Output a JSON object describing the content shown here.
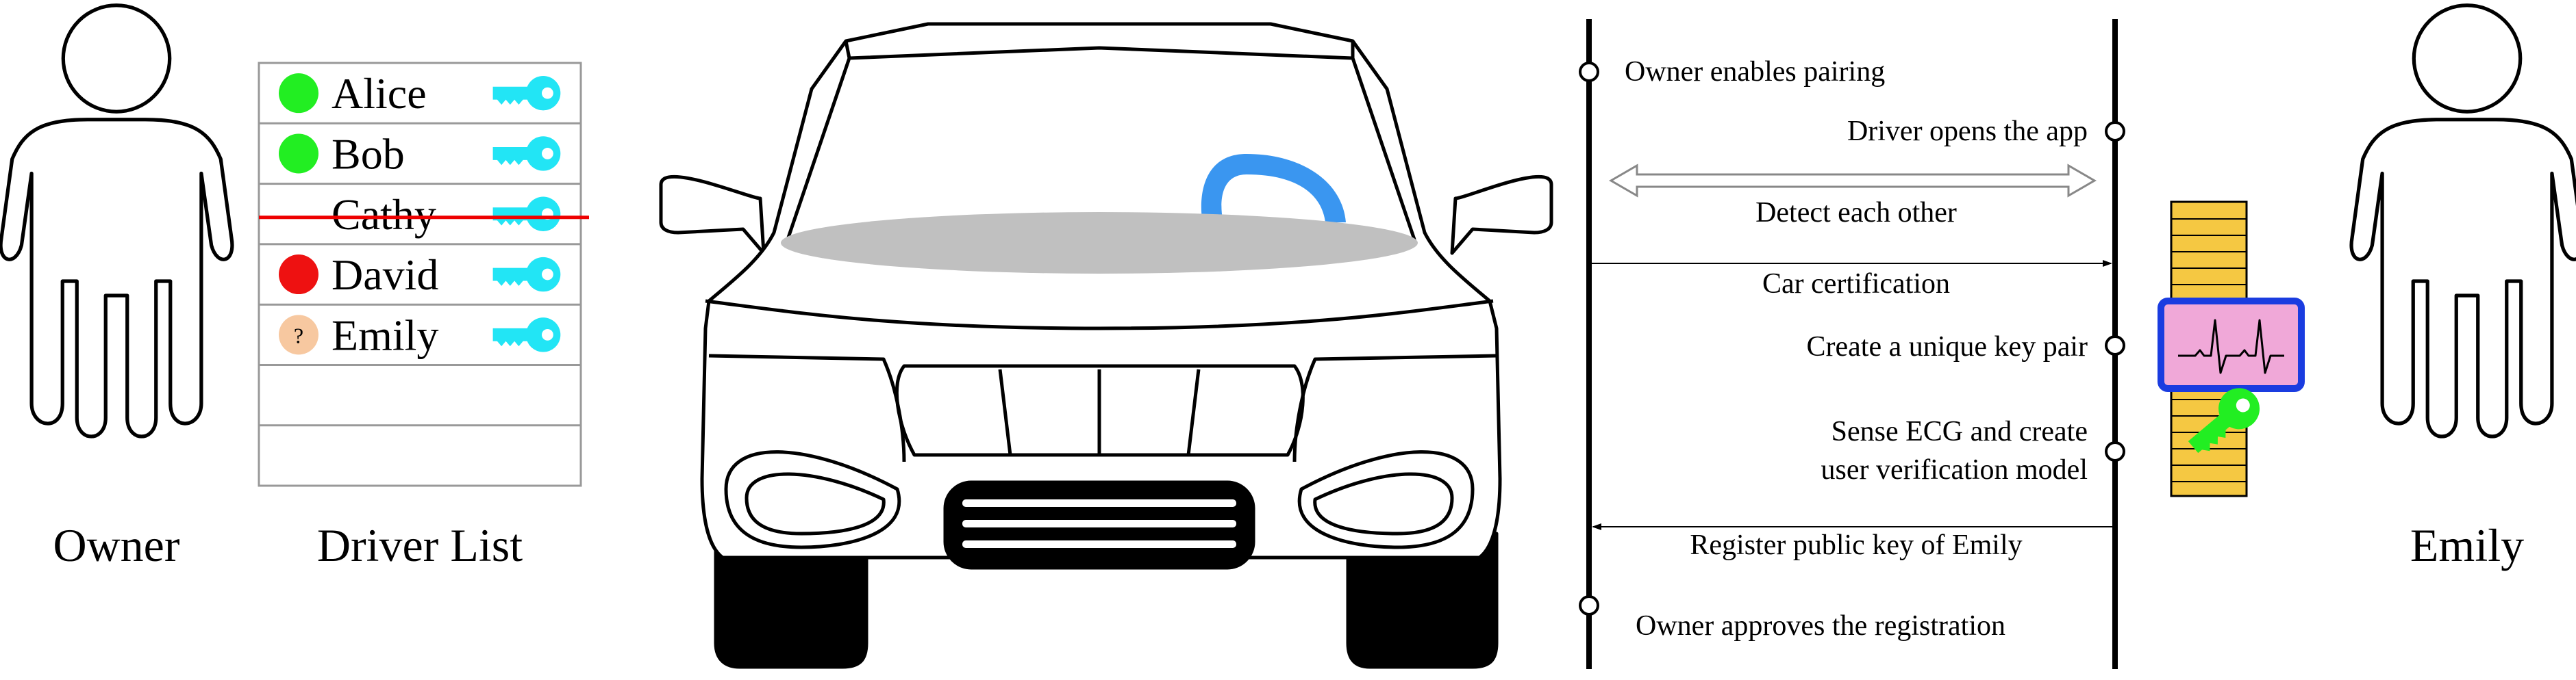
{
  "owner": {
    "caption": "Owner"
  },
  "driver_list": {
    "caption": "Driver List",
    "drivers": [
      {
        "name": "Alice",
        "status": "approved",
        "status_color": "#22ee22",
        "has_key": true,
        "revoked": false
      },
      {
        "name": "Bob",
        "status": "approved",
        "status_color": "#22ee22",
        "has_key": true,
        "revoked": false
      },
      {
        "name": "Cathy",
        "status": "revoked",
        "status_color": "",
        "has_key": true,
        "revoked": true
      },
      {
        "name": "David",
        "status": "denied",
        "status_color": "#ee1111",
        "has_key": true,
        "revoked": false
      },
      {
        "name": "Emily",
        "status": "pending",
        "status_color": "#f7c8a0",
        "status_glyph": "?",
        "has_key": true,
        "revoked": false
      }
    ],
    "key_color": "#22e5f5",
    "strike_color": "#ee0000"
  },
  "car": {
    "steering_wheel_color": "#3a96f0",
    "windshield_shade_color": "#c0c0c0"
  },
  "protocol": {
    "steps": [
      {
        "label": "Owner enables pairing",
        "type": "car-event"
      },
      {
        "label": "Driver opens the app",
        "type": "user-event"
      },
      {
        "label": "Detect each other",
        "type": "both-ways"
      },
      {
        "label": "Car certification",
        "type": "car-to-user"
      },
      {
        "label": "Create a unique key pair",
        "type": "user-event"
      },
      {
        "label_line1": "Sense ECG and create",
        "label_line2": "user verification model",
        "type": "user-event"
      },
      {
        "label": "Register public key of Emily",
        "type": "user-to-car"
      },
      {
        "label": "Owner approves the registration",
        "type": "car-event"
      }
    ]
  },
  "wearable": {
    "band_color": "#f5c842",
    "face_color": "#f0a8d8",
    "face_border_color": "#1a3ce0",
    "key_color": "#22ee22"
  },
  "emily": {
    "caption": "Emily"
  }
}
